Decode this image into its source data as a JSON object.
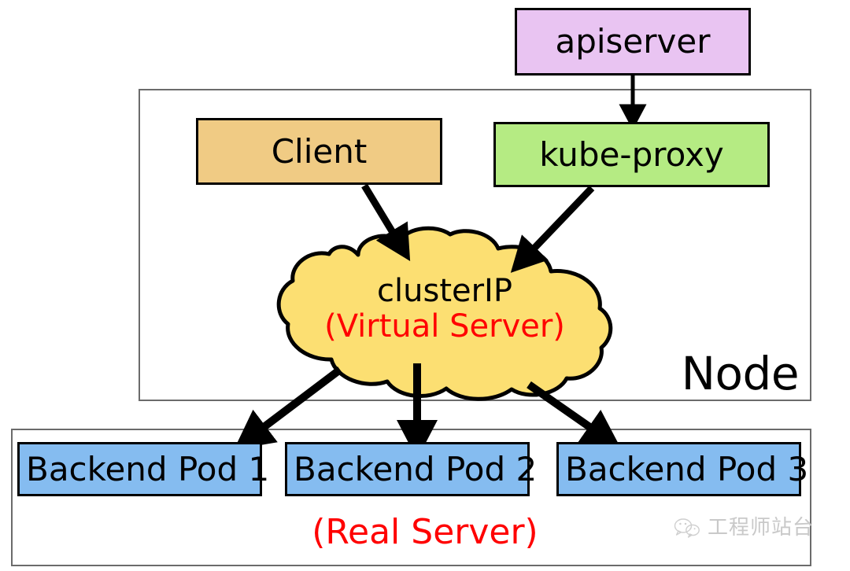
{
  "diagram": {
    "title": "kube-proxy clusterIP virtual server diagram",
    "node_frame_label": "Node",
    "nodes": {
      "apiserver": {
        "label": "apiserver",
        "color": "#e9c4f2"
      },
      "client": {
        "label": "Client",
        "color": "#f0cb84"
      },
      "kube_proxy": {
        "label": "kube-proxy",
        "color": "#b5eb83"
      },
      "cloud": {
        "label_line1": "clusterIP",
        "label_line2": "(Virtual Server)",
        "color": "#fcdf72",
        "line1_color": "#000000",
        "line2_color": "#ff0000"
      }
    },
    "pods": [
      {
        "label": "Backend Pod 1",
        "color": "#85bcf0"
      },
      {
        "label": "Backend Pod 2",
        "color": "#85bcf0"
      },
      {
        "label": "Backend Pod 3",
        "color": "#85bcf0"
      }
    ],
    "pods_caption": "(Real Server)",
    "pods_caption_color": "#ff0000",
    "edges": [
      {
        "from": "apiserver",
        "to": "kube-proxy"
      },
      {
        "from": "client",
        "to": "clusterIP"
      },
      {
        "from": "kube-proxy",
        "to": "clusterIP"
      },
      {
        "from": "clusterIP",
        "to": "Backend Pod 1"
      },
      {
        "from": "clusterIP",
        "to": "Backend Pod 2"
      },
      {
        "from": "clusterIP",
        "to": "Backend Pod 3"
      }
    ],
    "watermark": {
      "icon": "wechat-icon",
      "text": "工程师站台"
    }
  }
}
